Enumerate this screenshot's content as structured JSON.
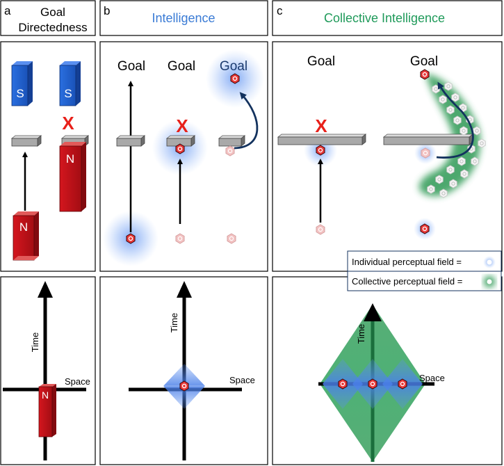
{
  "panels": {
    "a": {
      "letter": "a",
      "title_line1": "Goal",
      "title_line2": "Directedness"
    },
    "b": {
      "letter": "b",
      "title": "Intelligence"
    },
    "c": {
      "letter": "c",
      "title": "Collective Intelligence"
    }
  },
  "labels": {
    "goal": "Goal",
    "blocked": "X",
    "magnet_south": "S",
    "magnet_north": "N",
    "time_axis": "Time",
    "space_axis": "Space"
  },
  "legend": {
    "individual": "Individual perceptual field =",
    "collective": "Collective perceptual field ="
  },
  "colors": {
    "title_blue": "#3a7bd5",
    "title_green": "#1f9a5a",
    "magnet_red": "#c8141c",
    "magnet_blue": "#1f63d6",
    "barrier_gray": "#a9a9a9",
    "agent_red": "#e83a3a",
    "field_blue": "#5b8ff0",
    "field_green": "#2f9a55",
    "arrow_navy": "#13325e",
    "cross_red": "#e8201a"
  }
}
